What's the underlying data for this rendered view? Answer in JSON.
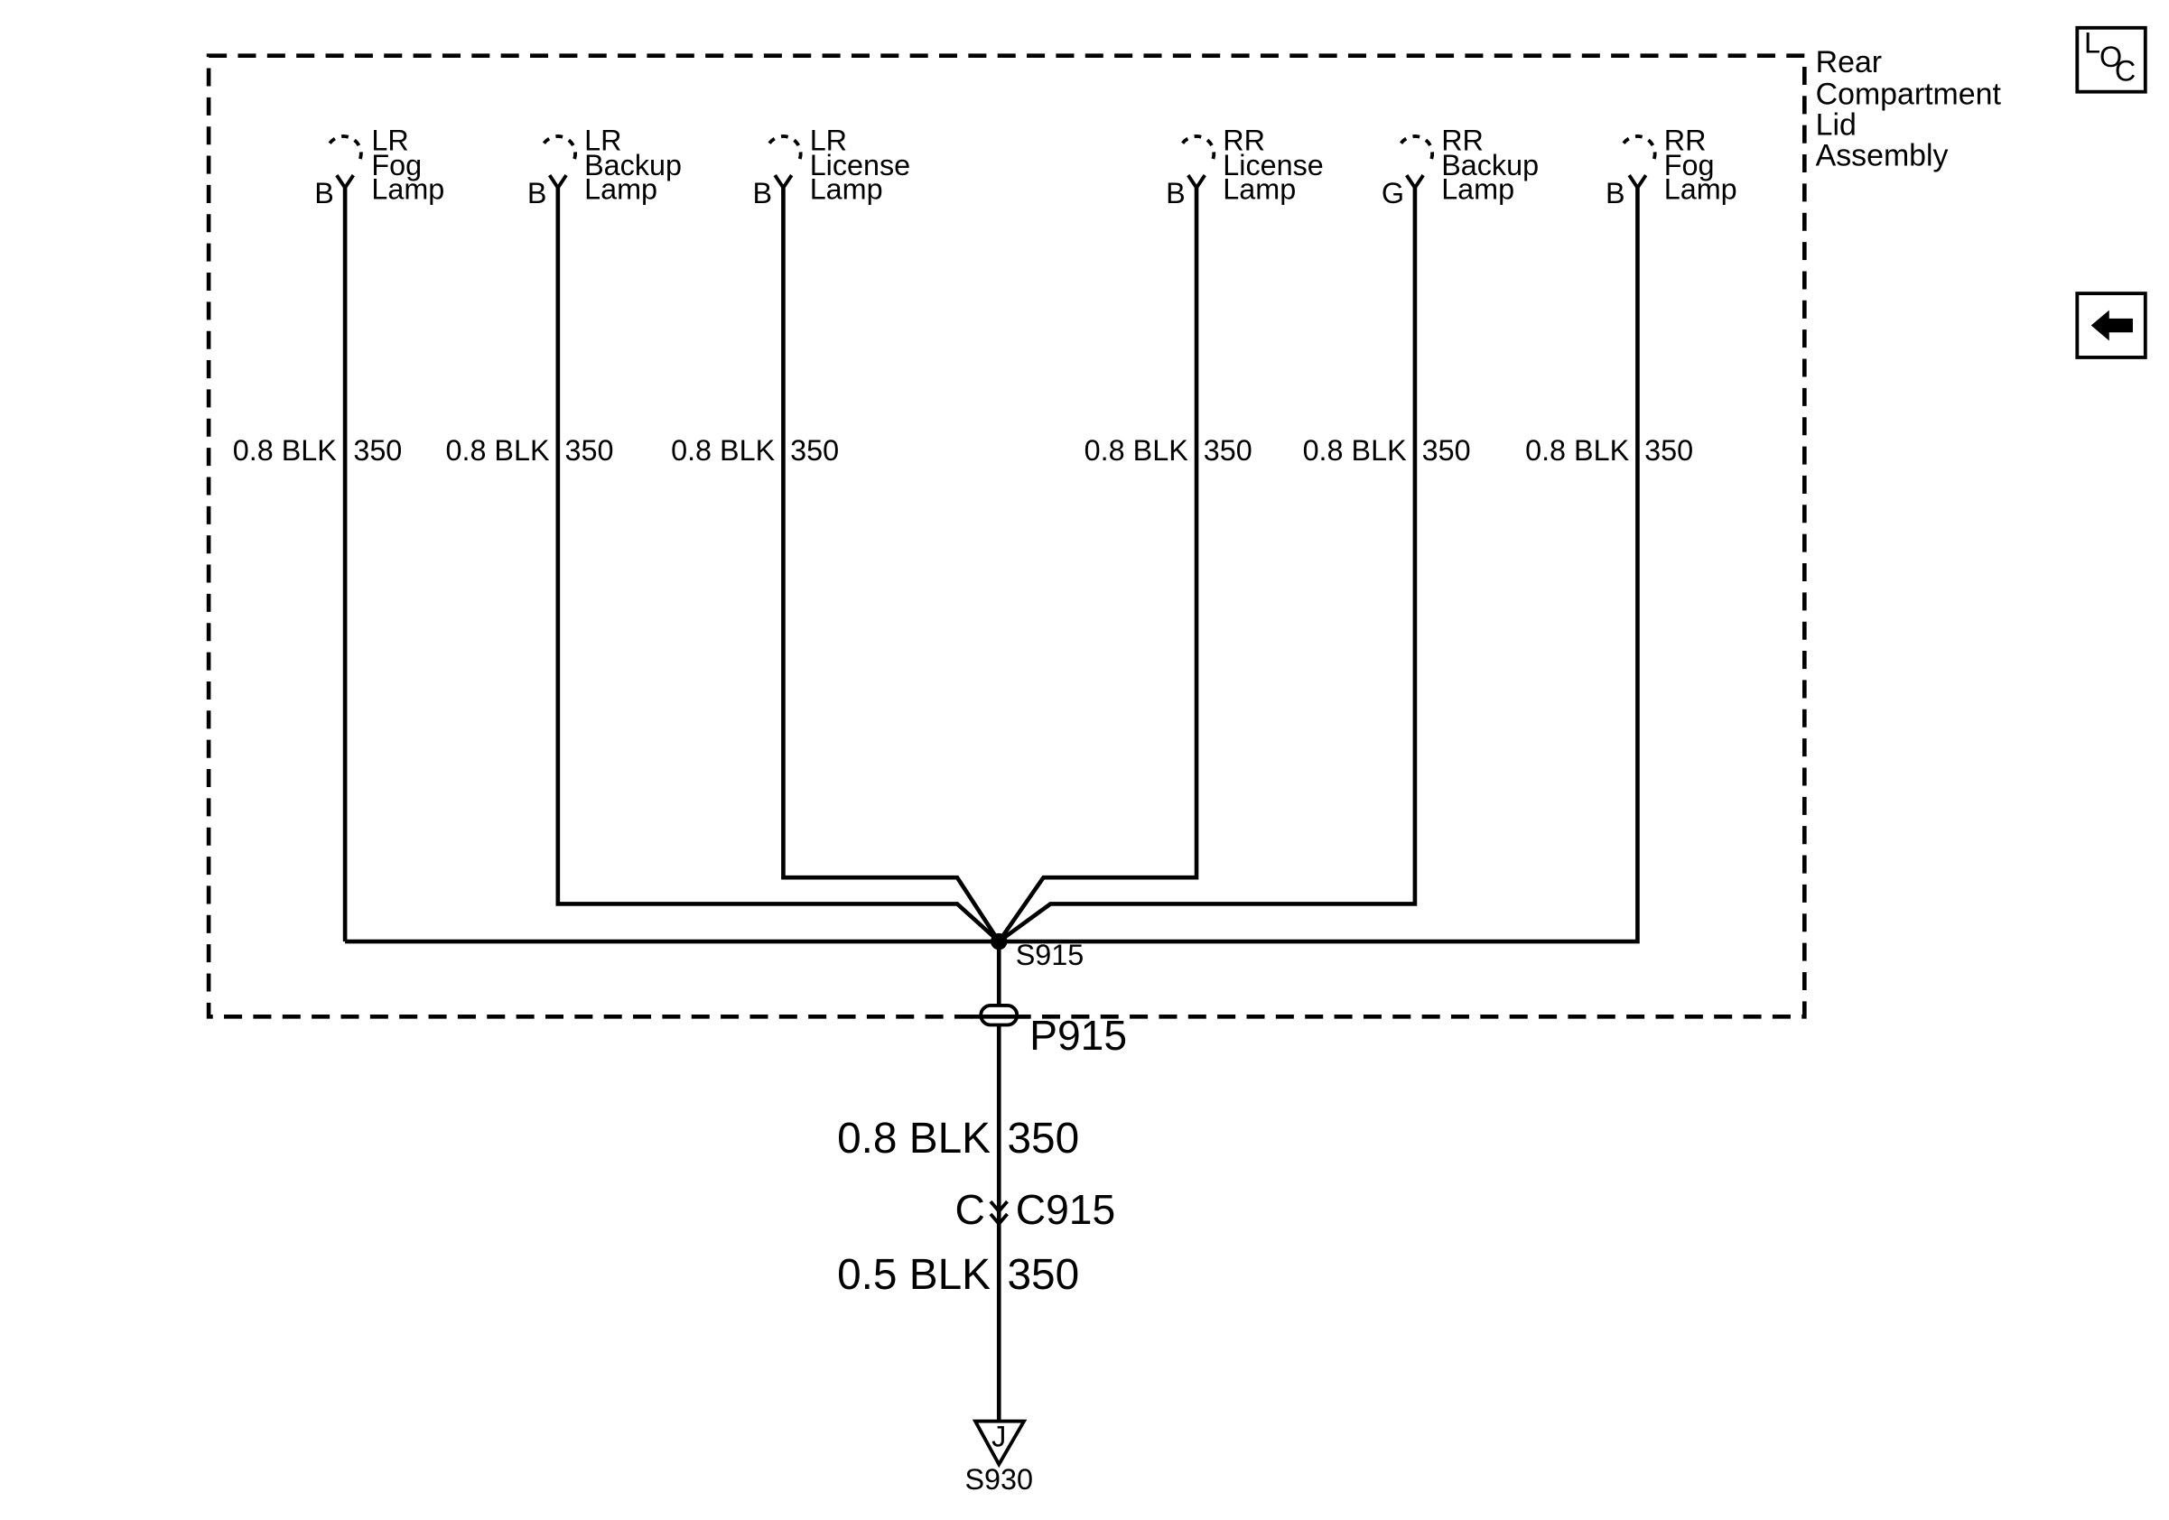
{
  "assembly": {
    "lines": [
      "Rear",
      "Compartment",
      "Lid",
      "Assembly"
    ]
  },
  "lamps": [
    {
      "id": "lr-fog",
      "lines": [
        "LR",
        "Fog",
        "Lamp"
      ],
      "pin": "B",
      "wire": "0.8 BLK",
      "circuit": "350"
    },
    {
      "id": "lr-backup",
      "lines": [
        "LR",
        "Backup",
        "Lamp"
      ],
      "pin": "B",
      "wire": "0.8 BLK",
      "circuit": "350"
    },
    {
      "id": "lr-license",
      "lines": [
        "LR",
        "License",
        "Lamp"
      ],
      "pin": "B",
      "wire": "0.8 BLK",
      "circuit": "350"
    },
    {
      "id": "rr-license",
      "lines": [
        "RR",
        "License",
        "Lamp"
      ],
      "pin": "B",
      "wire": "0.8 BLK",
      "circuit": "350"
    },
    {
      "id": "rr-backup",
      "lines": [
        "RR",
        "Backup",
        "Lamp"
      ],
      "pin": "G",
      "wire": "0.8 BLK",
      "circuit": "350"
    },
    {
      "id": "rr-fog",
      "lines": [
        "RR",
        "Fog",
        "Lamp"
      ],
      "pin": "B",
      "wire": "0.8 BLK",
      "circuit": "350"
    }
  ],
  "splice": {
    "label": "S915"
  },
  "pass_through": {
    "label": "P915"
  },
  "main_wire_upper": {
    "wire": "0.8 BLK",
    "circuit": "350"
  },
  "connector": {
    "pin": "C",
    "label": "C915"
  },
  "main_wire_lower": {
    "wire": "0.5 BLK",
    "circuit": "350"
  },
  "ground": {
    "letter": "J",
    "label": "S930"
  },
  "buttons": {
    "loc": {
      "l": "L",
      "o": "O",
      "c": "C"
    },
    "back_icon": "left-arrow-icon"
  }
}
